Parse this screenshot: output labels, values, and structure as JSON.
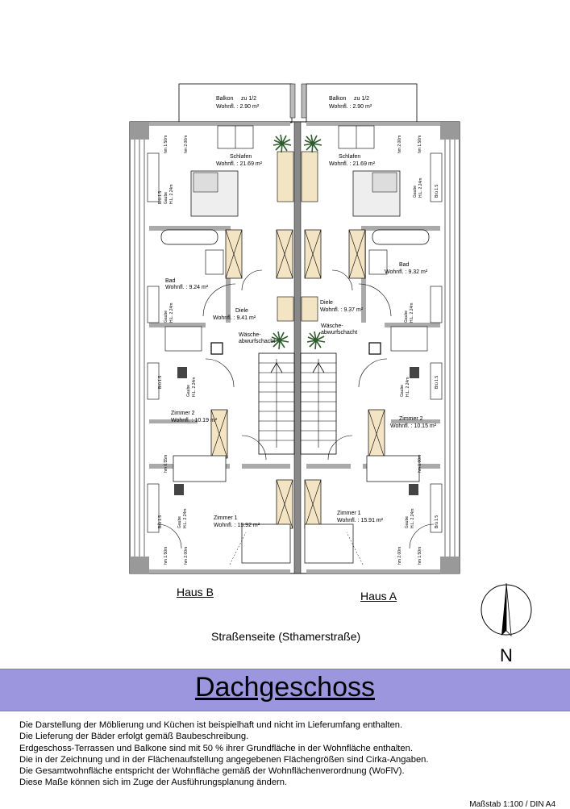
{
  "plan": {
    "haus_b": {
      "balcony": {
        "name": "Balkon",
        "note": "zu 1/2",
        "area": "Wohnfl. : 2.90 m²"
      },
      "rooms": [
        {
          "name": "Schlafen",
          "area": "Wohnfl. : 21.69 m²"
        },
        {
          "name": "Bad",
          "area": "Wohnfl. : 9.24 m²"
        },
        {
          "name": "Diele",
          "area": "Wohnfl. : 9.41 m²"
        },
        {
          "name": "Zimmer 2",
          "area": "Wohnfl. : 10.19 m²"
        },
        {
          "name": "Zimmer 1",
          "area": "Wohnfl. : 15.92 m²"
        }
      ],
      "shaft": "Wäsche-\nabwurfschacht"
    },
    "haus_a": {
      "balcony": {
        "name": "Balkon",
        "note": "zu 1/2",
        "area": "Wohnfl. : 2.90 m²"
      },
      "rooms": [
        {
          "name": "Schlafen",
          "area": "Wohnfl. : 21.69 m²"
        },
        {
          "name": "Bad",
          "area": "Wohnfl. : 9.32 m²"
        },
        {
          "name": "Diele",
          "area": "Wohnfl. : 9.37 m²"
        },
        {
          "name": "Zimmer 2",
          "area": "Wohnfl. : 10.15 m²"
        },
        {
          "name": "Zimmer 1",
          "area": "Wohnfl. : 15.91 m²"
        }
      ],
      "shaft": "Wäsche-\nabwurfschacht"
    },
    "gaube": "Gaube",
    "headroom": "H.L. 2.24m",
    "bru": "Brü 1.5",
    "dims": [
      "hm 1.50m",
      "hm 2.00m",
      "hm 0.55m",
      "hm 1.00m"
    ]
  },
  "labels": {
    "haus_b": "Haus B",
    "haus_a": "Haus A",
    "street": "Straßenseite (Sthamerstraße)",
    "north": "N"
  },
  "band": {
    "title": "Dachgeschoss",
    "color": "#9b96dd"
  },
  "notes": [
    "Die Darstellung der Möblierung und Küchen ist beispielhaft und nicht im Lieferumfang enthalten.",
    "Die Lieferung der Bäder erfolgt gemäß Baubeschreibung.",
    "Erdgeschoss-Terrassen und Balkone sind mit 50 % ihrer Grundfläche in der Wohnfläche enthalten.",
    "Die in der Zeichnung und in der Flächenaufstellung angegebenen Flächengrößen sind Cirka-Angaben.",
    "Die Gesamtwohnfläche entspricht der Wohnfläche gemäß der Wohnflächenverordnung (WoFlV).",
    "Diese Maße können sich im Zuge der Ausführungsplanung ändern."
  ],
  "scale": "Maßstab 1:100 / DIN A4"
}
